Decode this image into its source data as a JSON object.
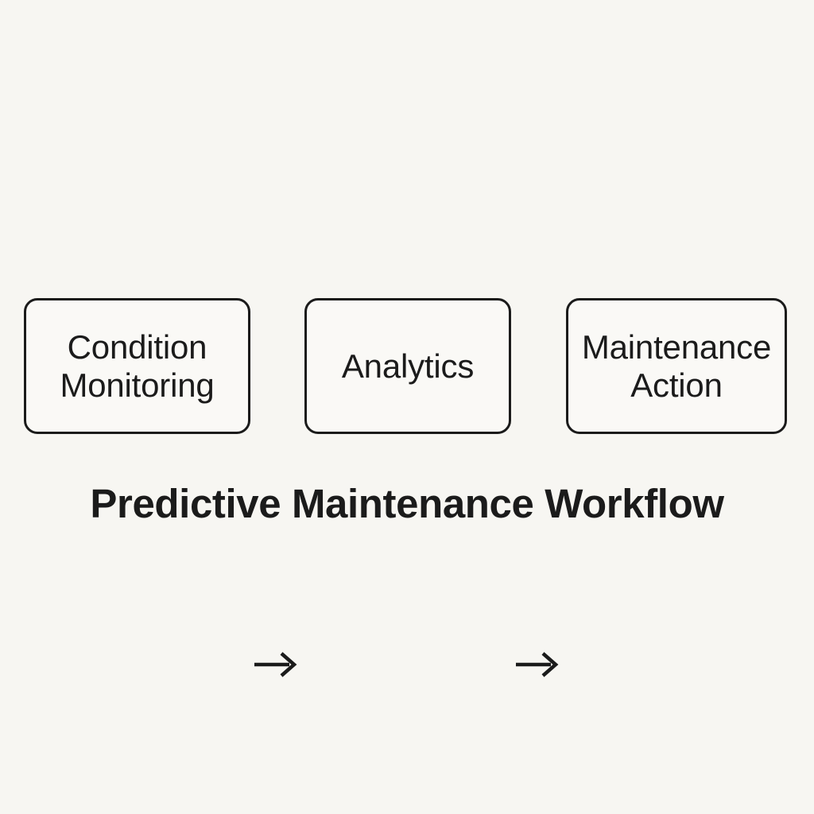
{
  "diagram": {
    "caption": "Predictive Maintenance Workflow",
    "background_color": "#f7f6f2",
    "node_fill_color": "#faf9f6",
    "stroke_color": "#1b1b1b",
    "orientation": "left-to-right",
    "nodes": [
      {
        "id": "condition-monitoring",
        "label": "Condition\nMonitoring"
      },
      {
        "id": "analytics",
        "label": "Analytics"
      },
      {
        "id": "maintenance-action",
        "label": "Maintenance\nAction"
      }
    ],
    "connectors": [
      {
        "id": "arrow-1",
        "icon": "arrow-right-icon",
        "from": "condition-monitoring",
        "to": "analytics"
      },
      {
        "id": "arrow-2",
        "icon": "arrow-right-icon",
        "from": "analytics",
        "to": "maintenance-action"
      }
    ]
  }
}
